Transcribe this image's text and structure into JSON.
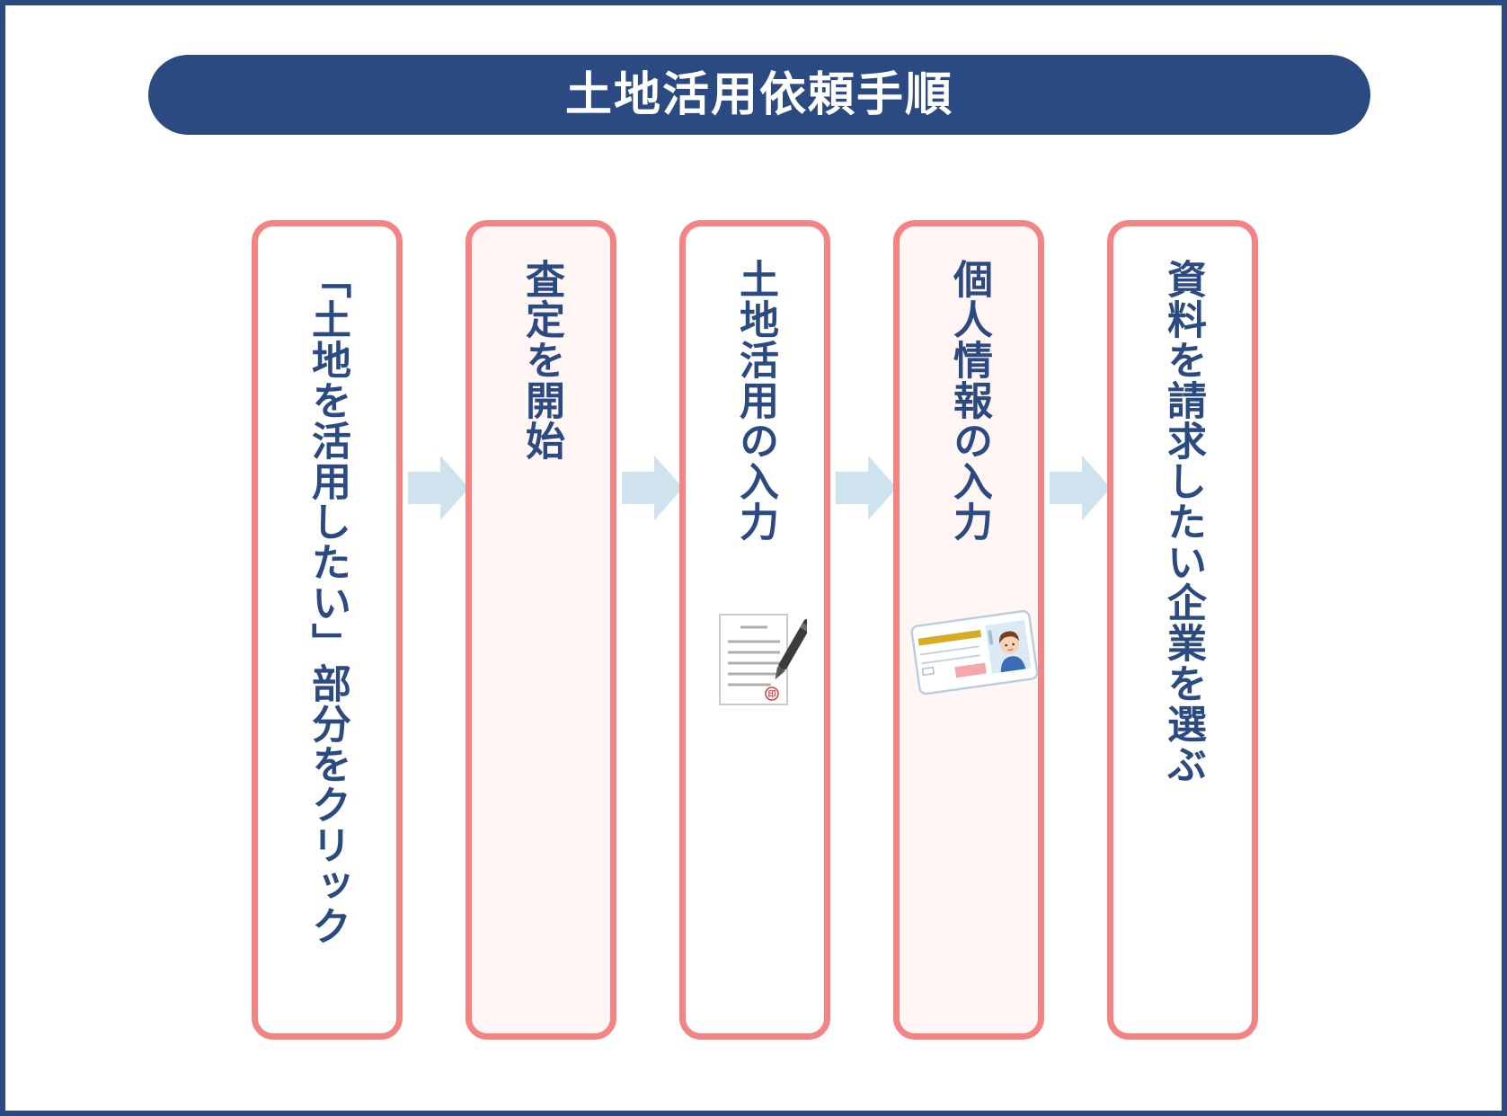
{
  "title": "土地活用依頼手順",
  "steps": [
    {
      "label": "「土地を活用したい」部分をクリック"
    },
    {
      "label": "査定を開始"
    },
    {
      "label": "土地活用の入力",
      "icon": "document-pen-icon"
    },
    {
      "label": "個人情報の入力",
      "icon": "id-card-icon"
    },
    {
      "label": "資料を請求したい企業を選ぶ"
    }
  ],
  "stamp_char": "印",
  "colors": {
    "frame": "#2c4a82",
    "title_bg": "#2c4a82",
    "title_text": "#ffffff",
    "card_border": "#f48383",
    "card_tint": "#fff6f5",
    "step_text": "#2c4a82",
    "arrow": "#cfe3ee"
  }
}
